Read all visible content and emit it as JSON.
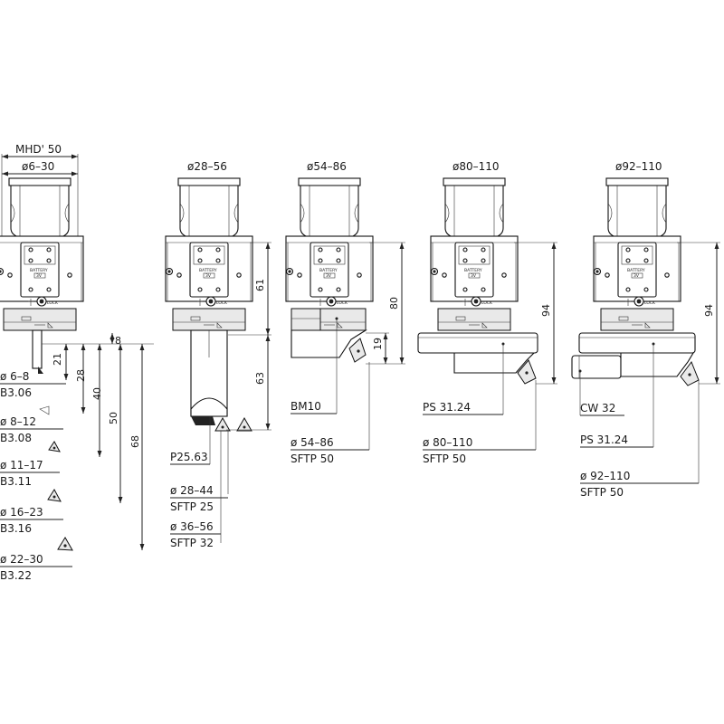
{
  "colors": {
    "line": "#222222",
    "background": "#ffffff",
    "shade": "#e9e9e9"
  },
  "common": {
    "battery": "BATTERY",
    "lock": "LOCK",
    "battery_code": "3V"
  },
  "unit1": {
    "header": "MHD' 50",
    "range": "ø6–30",
    "dims": {
      "d8": "8",
      "d21": "21",
      "d28": "28",
      "d40": "40",
      "d50": "50",
      "d68": "68"
    },
    "tools": [
      {
        "dia": "ø 6–8",
        "code": "B3.06"
      },
      {
        "dia": "ø 8–12",
        "code": "B3.08"
      },
      {
        "dia": "ø 11–17",
        "code": "B3.11"
      },
      {
        "dia": "ø 16–23",
        "code": "B3.16"
      },
      {
        "dia": "ø 22–30",
        "code": "B3.22"
      }
    ]
  },
  "unit2": {
    "range": "ø28–56",
    "dims": {
      "d61": "61",
      "d63": "63"
    },
    "part": "P25.63",
    "tools": [
      {
        "dia": "ø 28–44",
        "code": "SFTP 25"
      },
      {
        "dia": "ø 36–56",
        "code": "SFTP 32"
      }
    ]
  },
  "unit3": {
    "range": "ø54–86",
    "dims": {
      "d80": "80",
      "d19": "19"
    },
    "part": "BM10",
    "tools": [
      {
        "dia": "ø 54–86",
        "code": "SFTP 50"
      }
    ]
  },
  "unit4": {
    "range": "ø80–110",
    "dims": {
      "d94": "94"
    },
    "part": "PS 31.24",
    "tools": [
      {
        "dia": "ø 80–110",
        "code": "SFTP 50"
      }
    ]
  },
  "unit5": {
    "range": "ø92–110",
    "dims": {
      "d94": "94"
    },
    "part": "CW 32",
    "part2": "PS 31.24",
    "tools": [
      {
        "dia": "ø 92–110",
        "code": "SFTP 50"
      }
    ]
  }
}
